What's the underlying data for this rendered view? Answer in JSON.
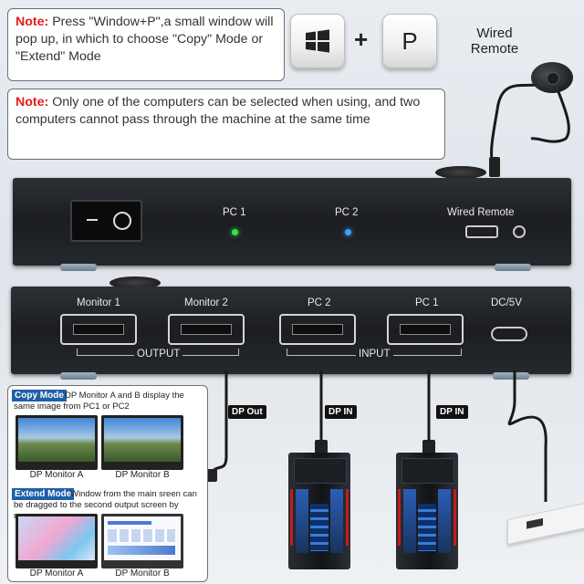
{
  "note1": {
    "label": "Note:",
    "text": " Press \"Window+P\",a small window will pop up, in which to choose \"Copy\" Mode or \"Extend\" Mode"
  },
  "note2": {
    "label": "Note:",
    "text": " Only one of the computers can be selected when using, and two computers cannot pass through the machine at the same time"
  },
  "keys": {
    "win_icon": "windows-logo-icon",
    "p_label": "P",
    "plus": "+"
  },
  "remote_label": "Wired Remote",
  "front_panel": {
    "pc1": "PC 1",
    "pc2": "PC 2",
    "wired_remote": "Wired Remote",
    "led_pc1_color": "#38e24a",
    "led_pc2_color": "#3aa2ff"
  },
  "rear_panel": {
    "ports": [
      "Monitor 1",
      "Monitor 2",
      "PC 2",
      "PC 1"
    ],
    "dc": "DC/5V",
    "output": "OUTPUT",
    "input": "INPUT"
  },
  "cable_tags": {
    "dp_out": "DP Out",
    "dp_in_1": "DP IN",
    "dp_in_2": "DP IN"
  },
  "copy_mode": {
    "title": "Copy Mode",
    "desc": " DP Monitor A and B display the same image from PC1 or PC2",
    "mon_a": "DP Monitor A",
    "mon_b": "DP Monitor B"
  },
  "extend_mode": {
    "title": "Extend Mode",
    "desc": " Window from the main sreen can be dragged to the second output screen by mouse",
    "mon_a": "DP Monitor A",
    "mon_b": "DP Monitor B"
  }
}
